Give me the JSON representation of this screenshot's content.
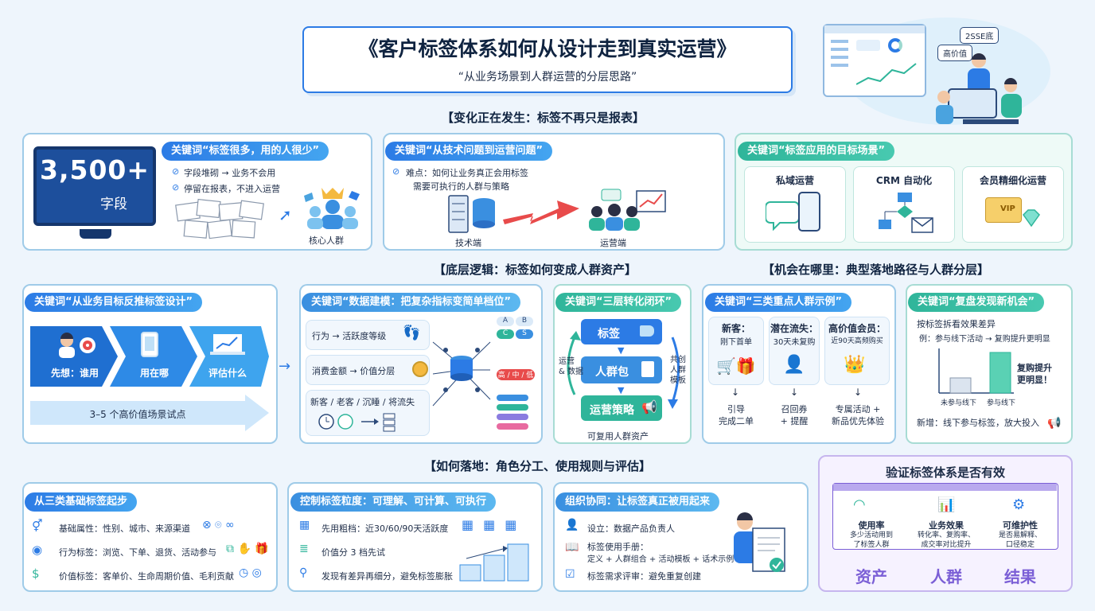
{
  "header": {
    "title": "《客户标签体系如何从设计走到真实运营》",
    "subtitle": "“从业务场景到人群运营的分层思路”",
    "tags": [
      "2SSE底",
      "高价值"
    ]
  },
  "sections": {
    "s1": "【变化正在发生：标签不再只是报表】",
    "s2": "【底层逻辑：标签如何变成人群资产】",
    "s3": "【机会在哪里：典型落地路径与人群分层】",
    "s4": "【如何落地：角色分工、使用规则与评估】"
  },
  "row1": {
    "c1": {
      "pill": "关键词“标签很多，用的人很少”",
      "monitor_number": "3,500+",
      "monitor_unit": "字段",
      "points": [
        "字段堆砌 → 业务不会用",
        "停留在报表，不进入运营"
      ],
      "core_label": "核心人群"
    },
    "c2": {
      "pill": "关键词“从技术问题到运营问题”",
      "point_line1": "难点：如何让业务真正会用标签",
      "point_line2": "需要可执行的人群与策略",
      "left_label": "技术端",
      "right_label": "运营端"
    },
    "c3": {
      "pill": "关键词“标签应用的目标场景”",
      "scenes": [
        "私域运营",
        "CRM 自动化",
        "会员精细化运营"
      ],
      "vip": "VIP"
    }
  },
  "row2": {
    "c1": {
      "pill": "关键词“从业务目标反推标签设计”",
      "steps": [
        "先想：谁用",
        "用在哪",
        "评估什么"
      ],
      "bottom": "3–5 个高价值场景试点"
    },
    "c2": {
      "pill": "关键词“数据建模：把复杂指标变简单档位”",
      "items": [
        "行为 → 活跃度等级",
        "消费金额 → 价值分层",
        "新客 / 老客 / 沉睡 / 将流失"
      ],
      "chips": [
        "A",
        "B",
        "C",
        "S",
        "高 / 中 / 低"
      ]
    },
    "c3": {
      "pill": "关键词“三层转化闭环”",
      "layers": [
        "标签",
        "人群包",
        "运营策略"
      ],
      "left": "运营\n& 数据",
      "right": "共创\n人群\n模板",
      "bottom": "可复用人群资产"
    },
    "c4": {
      "pill": "关键词“三类重点人群示例”",
      "groups": [
        {
          "title": "新客：",
          "sub": "刚下首单",
          "action": "引导\n完成二单"
        },
        {
          "title": "潜在流失：",
          "sub": "30天未复购",
          "action": "召回券\n+ 提醒"
        },
        {
          "title": "高价值会员：",
          "sub": "近90天高频购买",
          "action": "专属活动 +\n新品优先体验"
        }
      ]
    },
    "c5": {
      "pill": "关键词“复盘发现新机会”",
      "line1": "按标签拆看效果差异",
      "line2": "例：参与线下活动 → 复购提升更明显",
      "bar_labels": [
        "未参与线下",
        "参与线下"
      ],
      "bar_values": [
        0.35,
        0.95
      ],
      "callout": "复购提升\n更明显！",
      "bottom": "新增：线下参与标签，放大投入"
    }
  },
  "row3": {
    "c1": {
      "pill": "从三类基础标签起步",
      "items": [
        "基础属性：性别、城市、来源渠道",
        "行为标签：浏览、下单、退货、活动参与",
        "价值标签：客单价、生命周期价值、毛利贡献"
      ]
    },
    "c2": {
      "pill": "控制标签粒度：可理解、可计算、可执行",
      "items": [
        "先用粗档：近30/60/90天活跃度",
        "价值分 3 档先试",
        "发现有差异再细分，避免标签膨胀"
      ]
    },
    "c3": {
      "pill": "组织协同：让标签真正被用起来",
      "items": [
        "设立：数据产品负责人",
        "标签使用手册：",
        "标签需求评审：避免重复创建"
      ],
      "manual_sub": "定义 + 人群组合 + 活动模板 + 话术示例"
    },
    "c4": {
      "title": "验证标签体系是否有效",
      "metrics": [
        {
          "name": "使用率",
          "desc": "多少活动用到\n了标签人群"
        },
        {
          "name": "业务效果",
          "desc": "转化率、复购率、\n成交率对比提升"
        },
        {
          "name": "可维护性",
          "desc": "是否易解释、\n口径稳定"
        }
      ],
      "bottom": [
        "资产",
        "人群",
        "结果"
      ]
    }
  },
  "colors": {
    "blue": "#2c7be5",
    "teal": "#2fb59a",
    "navy": "#0f2340",
    "purple": "#7b5fd6"
  }
}
